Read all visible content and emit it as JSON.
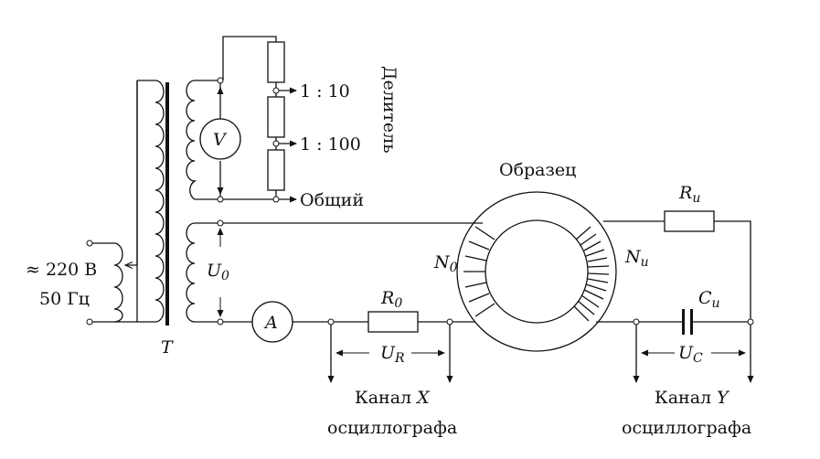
{
  "labels": {
    "mains_voltage": "≈ 220 В",
    "mains_freq": "50 Гц",
    "transformer_letter": "T",
    "voltmeter": "V",
    "ammeter": "A",
    "divider_1_10": "1 : 10",
    "divider_1_100": "1 : 100",
    "divider_common": "Общий",
    "divider_title": "Делитель",
    "u0_main": "U",
    "u0_sub": "0",
    "sample_title": "Образец",
    "n0_main": "N",
    "n0_sub": "0",
    "ni_main": "N",
    "ni_sub": "и",
    "r0_main": "R",
    "r0_sub": "0",
    "ri_main": "R",
    "ri_sub": "и",
    "ci_main": "C",
    "ci_sub": "и",
    "ur_main": "U",
    "ur_sub": "R",
    "uc_main": "U",
    "uc_sub": "C",
    "channel_x_word": "Канал ",
    "channel_x_letter": "X",
    "channel_y_word": "Канал ",
    "channel_y_letter": "Y",
    "oscillograph_x": "осциллографа",
    "oscillograph_y": "осциллографа"
  }
}
